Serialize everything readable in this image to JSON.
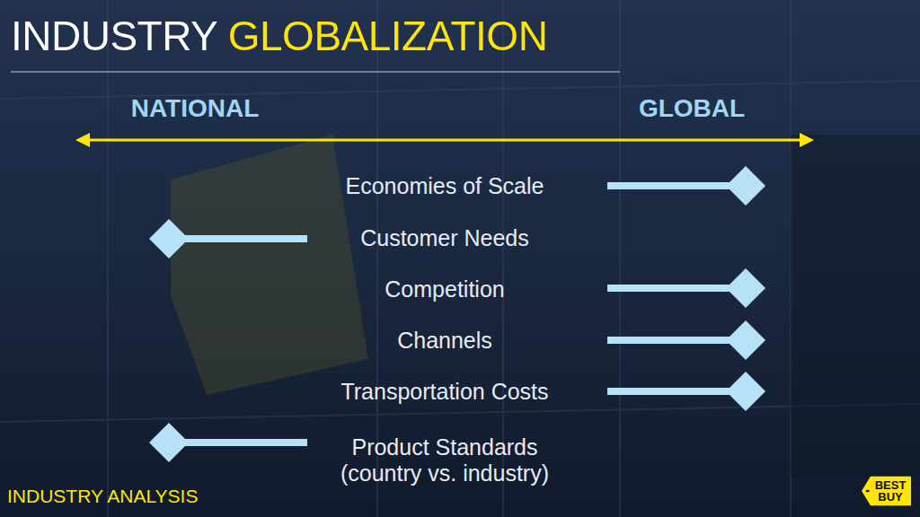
{
  "diagram": {
    "title": "INDUSTRY GLOBALIZATION",
    "nodes": [
      {
        "text": [
          "BEST BUY"
        ]
      }
    ],
    "labels": [
      "NATIONAL",
      "GLOBAL",
      "Economies of Scale",
      "Customer Needs",
      "Competition",
      "Channels",
      "Transportation Costs",
      "Product Standards (country vs. industry)",
      "INDUSTRY ANALYSIS"
    ]
  }
}
